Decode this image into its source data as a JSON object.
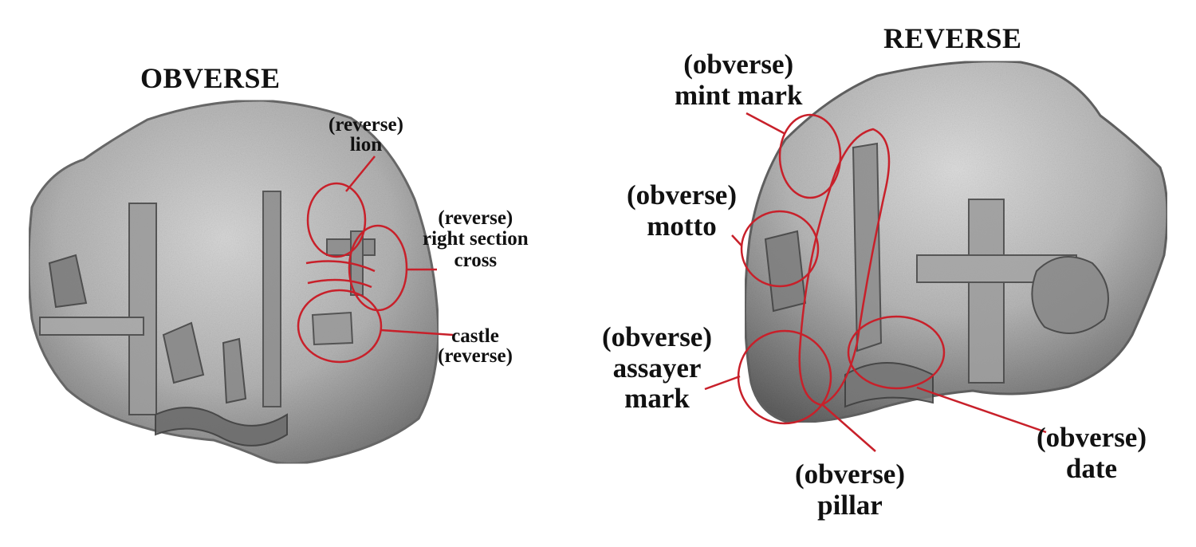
{
  "obverse": {
    "title": "OBVERSE",
    "labels": {
      "lion": [
        "(reverse)",
        "lion"
      ],
      "cross": [
        "(reverse)",
        "right section",
        "cross"
      ],
      "castle": [
        "castle",
        "(reverse)"
      ]
    }
  },
  "reverse": {
    "title": "REVERSE",
    "labels": {
      "mint_mark": [
        "(obverse)",
        "mint mark"
      ],
      "motto": [
        "(obverse)",
        "motto"
      ],
      "assayer": [
        "(obverse)",
        "assayer",
        "mark"
      ],
      "pillar": [
        "(obverse)",
        "pillar"
      ],
      "date": [
        "(obverse)",
        "date"
      ]
    }
  },
  "colors": {
    "annotation": "#c8202a",
    "silver_light": "#d2d2d2",
    "silver_dark": "#5a5a5a",
    "text": "#111111"
  }
}
